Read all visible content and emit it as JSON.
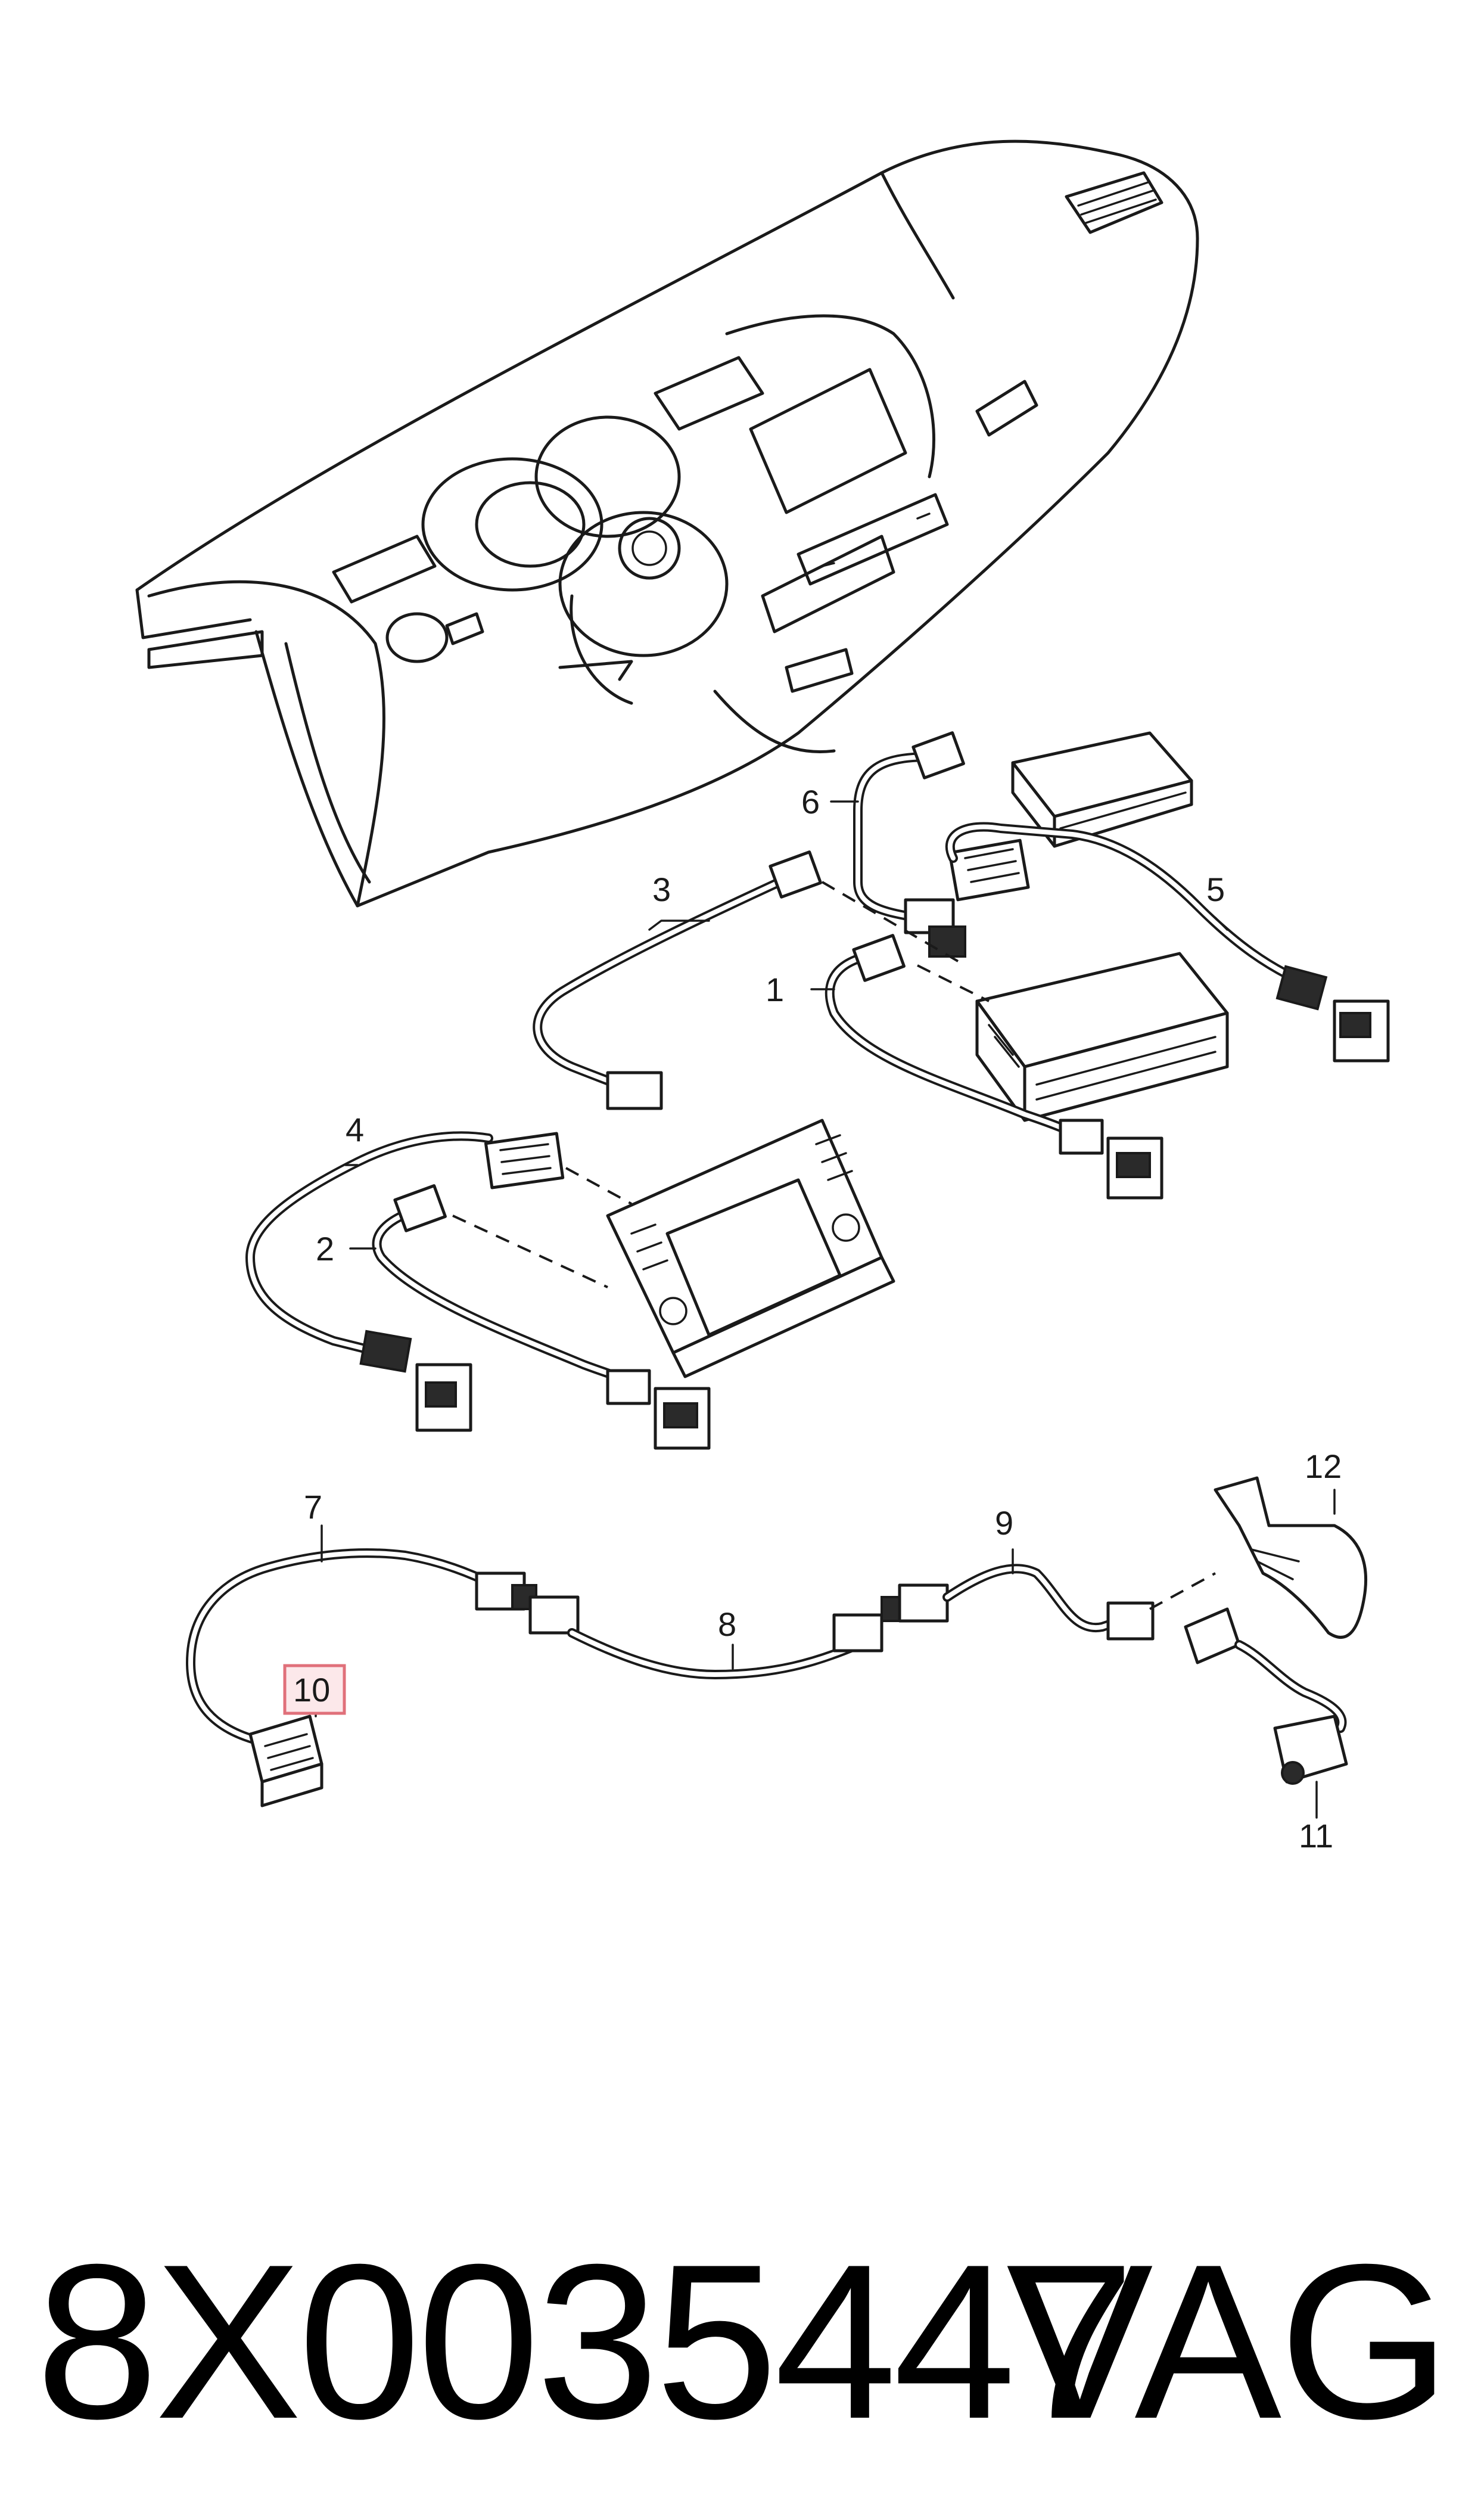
{
  "callouts": {
    "c1": "1",
    "c2": "2",
    "c3": "3",
    "c4": "4",
    "c5": "5",
    "c6": "6",
    "c7": "7",
    "c8": "8",
    "c9": "9",
    "c10": "10",
    "c11": "11",
    "c12": "12"
  },
  "highlight_color": "#e0707a",
  "highlighted_callout": "10",
  "footer": {
    "part_number": "8X0035447",
    "brand": "VAG"
  }
}
